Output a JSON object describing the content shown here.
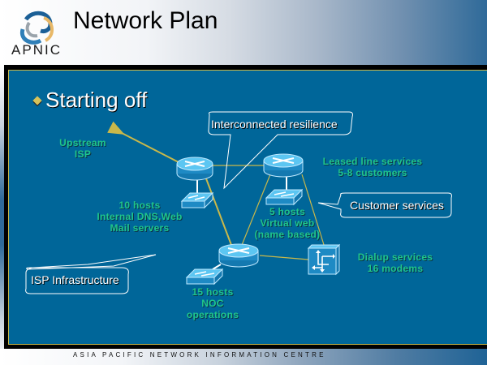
{
  "header": {
    "logo_text": "APNIC",
    "title": "Network Plan"
  },
  "slide": {
    "bullet": "Starting off"
  },
  "labels": {
    "upstream_isp": [
      "Upstream",
      "ISP"
    ],
    "internal_hosts": [
      "10 hosts",
      "Internal DNS,Web",
      "Mail servers"
    ],
    "leased_line": [
      "Leased line services",
      "5-8 customers"
    ],
    "virtual_web": [
      "5 hosts",
      "Virtual web",
      "(name based)"
    ],
    "dialup": [
      "Dialup services",
      "16 modems"
    ],
    "noc": [
      "15 hosts",
      "NOC",
      "operations"
    ]
  },
  "callouts": {
    "interconnected": "Interconnected resilience",
    "customer": "Customer services",
    "isp_infra": "ISP Infrastructure"
  },
  "devices": {
    "router_1": "router-icon",
    "router_2": "router-icon",
    "router_3": "router-icon",
    "switch_1": "switch-icon",
    "switch_2": "switch-icon",
    "switch_3": "switch-icon",
    "access_server": "access-server-icon"
  },
  "colors": {
    "panel_bg": "#006699",
    "label_green": "#1fc68c",
    "link_yellow": "#c9b84a",
    "device_blue": "#33aadd"
  },
  "footer": {
    "org_name": "ASIA PACIFIC NETWORK INFORMATION CENTRE"
  }
}
